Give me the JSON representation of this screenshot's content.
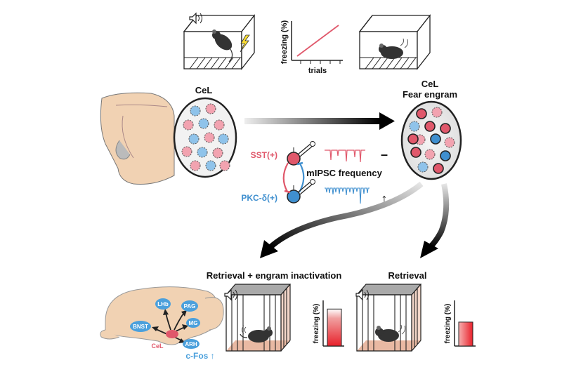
{
  "labels": {
    "freezing_axis": "freezing (%)",
    "trials_axis": "trials",
    "cel_left": "CeL",
    "cel_right_line1": "CeL",
    "cel_right_line2": "Fear engram",
    "sst": "SST(+)",
    "pkc": "PKC-δ(+)",
    "mipsc": "mIPSC frequency",
    "minus": "–",
    "up_arrow": "↑",
    "retrieval_inactivation": "Retrieval + engram inactivation",
    "retrieval": "Retrieval",
    "freezing_left": "freezing (%)",
    "freezing_right": "freezing (%)",
    "region_lhb": "LHb",
    "region_pag": "PAG",
    "region_mg": "MG",
    "region_bnst": "BNST",
    "region_arh": "ARH",
    "region_cel": "CeL",
    "cfos": "c-Fos ↑"
  },
  "freezing_levels": {
    "engram_inactivation": 0.85,
    "retrieval": 0.55
  },
  "colors": {
    "red": "#e0586b",
    "pink": "#f2a3b0",
    "blue": "#3f8fcf",
    "light_blue": "#8fc3ea",
    "brain": "#f1d2b3",
    "region_blue": "#4ba0dc",
    "bar_red": "#e8202a",
    "floor": "#e9b9a3",
    "cage_top": "#a9a9a9"
  }
}
